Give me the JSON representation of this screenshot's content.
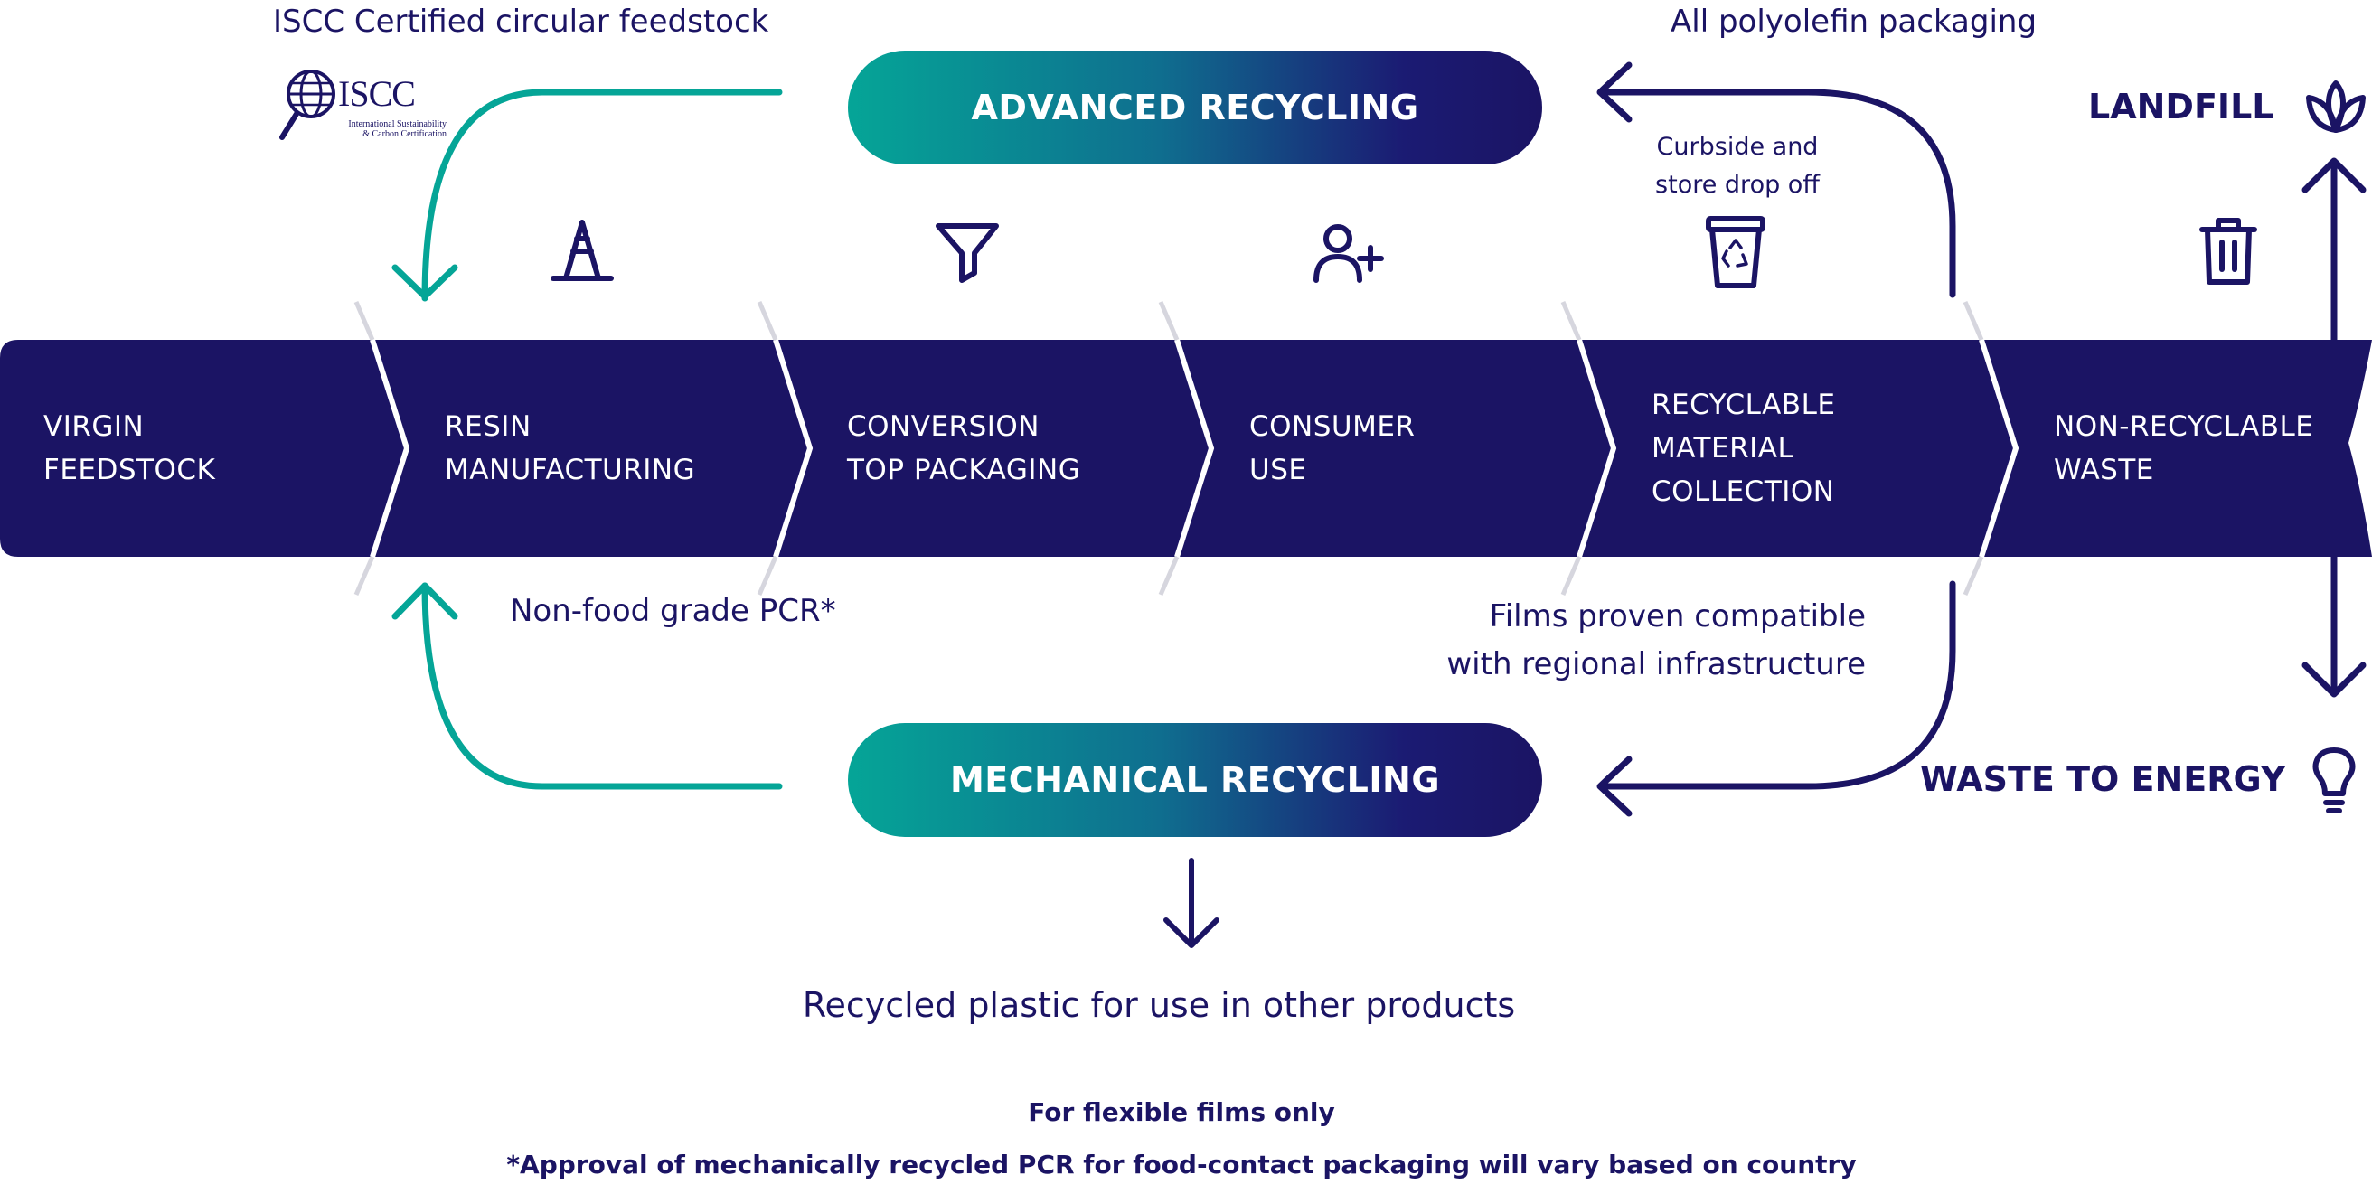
{
  "top": {
    "iscc_caption": "ISCC Certified circular feedstock",
    "iscc_logo_text": "ISCC",
    "iscc_logo_sub1": "International Sustainability",
    "iscc_logo_sub2": "& Carbon Certification",
    "polyolefin_caption": "All polyolefin packaging",
    "curbside_line1": "Curbside and",
    "curbside_line2": "store drop off",
    "advanced_recycling": "ADVANCED RECYCLING",
    "landfill": "LANDFILL"
  },
  "stages": [
    {
      "line1": "VIRGIN",
      "line2": "FEEDSTOCK",
      "line3": ""
    },
    {
      "line1": "RESIN",
      "line2": "MANUFACTURING",
      "line3": ""
    },
    {
      "line1": "CONVERSION",
      "line2": "TOP PACKAGING",
      "line3": ""
    },
    {
      "line1": "CONSUMER",
      "line2": "USE",
      "line3": ""
    },
    {
      "line1": "RECYCLABLE",
      "line2": "MATERIAL",
      "line3": "COLLECTION"
    },
    {
      "line1": "NON-RECYCLABLE",
      "line2": "WASTE",
      "line3": ""
    }
  ],
  "bottom": {
    "non_food_pcr": "Non-food grade PCR*",
    "films_line1": "Films proven compatible",
    "films_line2": "with regional infrastructure",
    "mechanical_recycling": "MECHANICAL RECYCLING",
    "waste_to_energy": "WASTE TO ENERGY",
    "recycled_plastic": "Recycled plastic for use in other products",
    "footnote1": "For flexible films only",
    "footnote2": "*Approval of mechanically recycled PCR for food-contact packaging will vary based on country"
  },
  "icons": {
    "resin": "cone-icon",
    "conversion": "funnel-icon",
    "consumer": "add-user-icon",
    "collection": "recycle-bin-icon",
    "waste": "trash-icon",
    "landfill": "leaf-icon",
    "energy": "lightbulb-icon"
  },
  "colors": {
    "navy": "#1b1464",
    "teal": "#05a597",
    "white": "#ffffff"
  }
}
